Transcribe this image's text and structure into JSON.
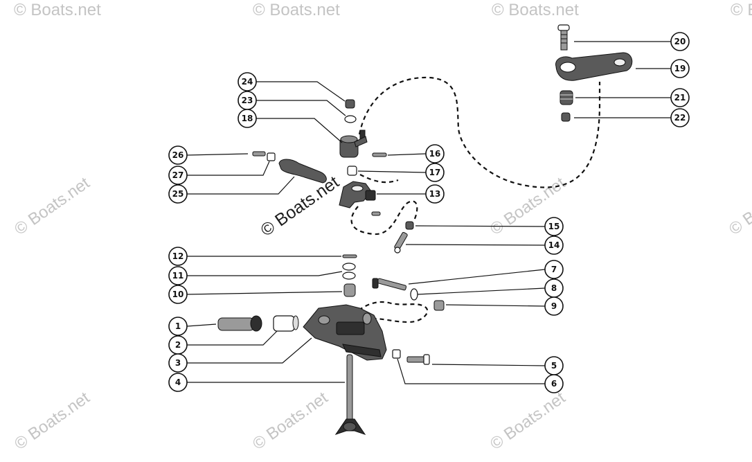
{
  "watermark": {
    "main": "© Boats.net",
    "repeat": "© Boats.net"
  },
  "callouts": [
    {
      "number": "1",
      "part": "pin"
    },
    {
      "number": "2",
      "part": "sleeve"
    },
    {
      "number": "3",
      "part": "bracket"
    },
    {
      "number": "4",
      "part": "shaft"
    },
    {
      "number": "5",
      "part": "bolt"
    },
    {
      "number": "6",
      "part": "nut"
    },
    {
      "number": "7",
      "part": "bolt"
    },
    {
      "number": "8",
      "part": "washer"
    },
    {
      "number": "9",
      "part": "nut"
    },
    {
      "number": "10",
      "part": "bushing"
    },
    {
      "number": "11",
      "part": "washer"
    },
    {
      "number": "12",
      "part": "pin"
    },
    {
      "number": "13",
      "part": "lever"
    },
    {
      "number": "14",
      "part": "screw"
    },
    {
      "number": "15",
      "part": "nut"
    },
    {
      "number": "16",
      "part": "pin"
    },
    {
      "number": "17",
      "part": "bushing"
    },
    {
      "number": "18",
      "part": "lever"
    },
    {
      "number": "19",
      "part": "link"
    },
    {
      "number": "20",
      "part": "screw"
    },
    {
      "number": "21",
      "part": "bushing"
    },
    {
      "number": "22",
      "part": "nut"
    },
    {
      "number": "23",
      "part": "washer"
    },
    {
      "number": "24",
      "part": "nut"
    },
    {
      "number": "25",
      "part": "link"
    },
    {
      "number": "26",
      "part": "screw"
    },
    {
      "number": "27",
      "part": "nut"
    }
  ],
  "colors": {
    "ink": "#111111",
    "part_fill": "#5a5a5a",
    "watermark": "#c4c4c4",
    "background": "#ffffff"
  }
}
